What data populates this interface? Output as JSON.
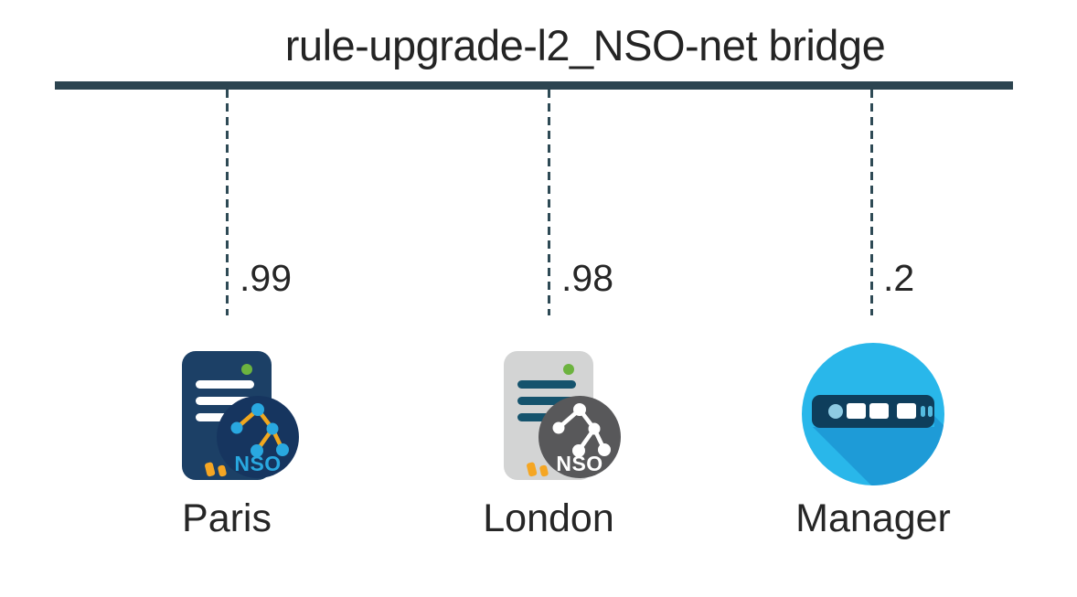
{
  "title": "rule-upgrade-l2_NSO-net bridge",
  "bridge": {
    "network_name": "rule-upgrade-l2_NSO-net",
    "label": "rule-upgrade-l2_NSO-net bridge"
  },
  "nodes": [
    {
      "name": "Paris",
      "address": ".99",
      "icon": "nso-server-dark-icon"
    },
    {
      "name": "London",
      "address": ".98",
      "icon": "nso-server-light-icon"
    },
    {
      "name": "Manager",
      "address": ".2",
      "icon": "manager-device-icon"
    }
  ],
  "icon_text": {
    "nso": "NSO"
  },
  "colors": {
    "bus_line": "#2C4450",
    "connector_dashed": "#2E4A55",
    "label_text": "#262626",
    "nso_dark_body": "#1C4066",
    "nso_dark_badge": "#16355F",
    "nso_tree_node_cyan": "#29A8E0",
    "nso_tree_edge_orange": "#F0A71E",
    "nso_light_body": "#D3D4D4",
    "nso_light_stripe": "#15536D",
    "nso_light_badge": "#58585A",
    "status_led_green": "#6CB33F",
    "manager_circle": "#29B7EA",
    "manager_shadow": "#1E9BD7",
    "manager_device": "#0E3E5C"
  }
}
